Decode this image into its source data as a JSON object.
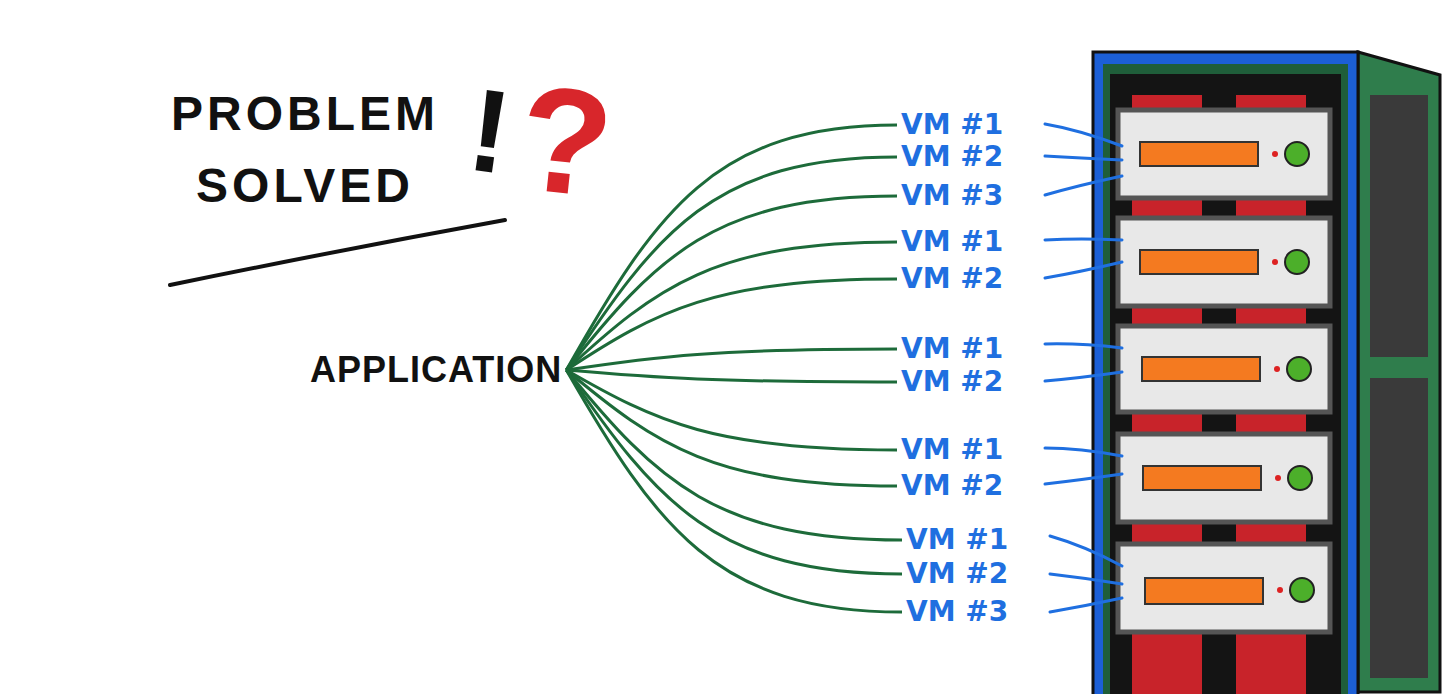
{
  "diagram": {
    "title": "PROBLEM SOLVED",
    "nodes": [
      {
        "text": [
          "APPLICATION"
        ]
      },
      {
        "text": [
          "VM #1"
        ]
      },
      {
        "text": [
          "VM #2"
        ]
      },
      {
        "text": [
          "VM #3"
        ]
      },
      {
        "text": [
          "VM #1"
        ]
      },
      {
        "text": [
          "VM #2"
        ]
      },
      {
        "text": [
          "VM #1"
        ]
      },
      {
        "text": [
          "VM #2"
        ]
      },
      {
        "text": [
          "VM #1"
        ]
      },
      {
        "text": [
          "VM #2"
        ]
      },
      {
        "text": [
          "VM #1"
        ]
      },
      {
        "text": [
          "VM #2"
        ]
      },
      {
        "text": [
          "VM #3"
        ]
      }
    ],
    "edges": [
      {
        "from": 0,
        "to": 1,
        "arrow": "none"
      },
      {
        "from": 0,
        "to": 2,
        "arrow": "none"
      },
      {
        "from": 0,
        "to": 3,
        "arrow": "none"
      },
      {
        "from": 0,
        "to": 4,
        "arrow": "none"
      },
      {
        "from": 0,
        "to": 5,
        "arrow": "none"
      },
      {
        "from": 0,
        "to": 6,
        "arrow": "none"
      },
      {
        "from": 0,
        "to": 7,
        "arrow": "none"
      },
      {
        "from": 0,
        "to": 8,
        "arrow": "none"
      },
      {
        "from": 0,
        "to": 9,
        "arrow": "none"
      },
      {
        "from": 0,
        "to": 10,
        "arrow": "none"
      },
      {
        "from": 0,
        "to": 11,
        "arrow": "none"
      },
      {
        "from": 0,
        "to": 12,
        "arrow": "none"
      }
    ],
    "labels": [
      "!",
      "?"
    ]
  }
}
